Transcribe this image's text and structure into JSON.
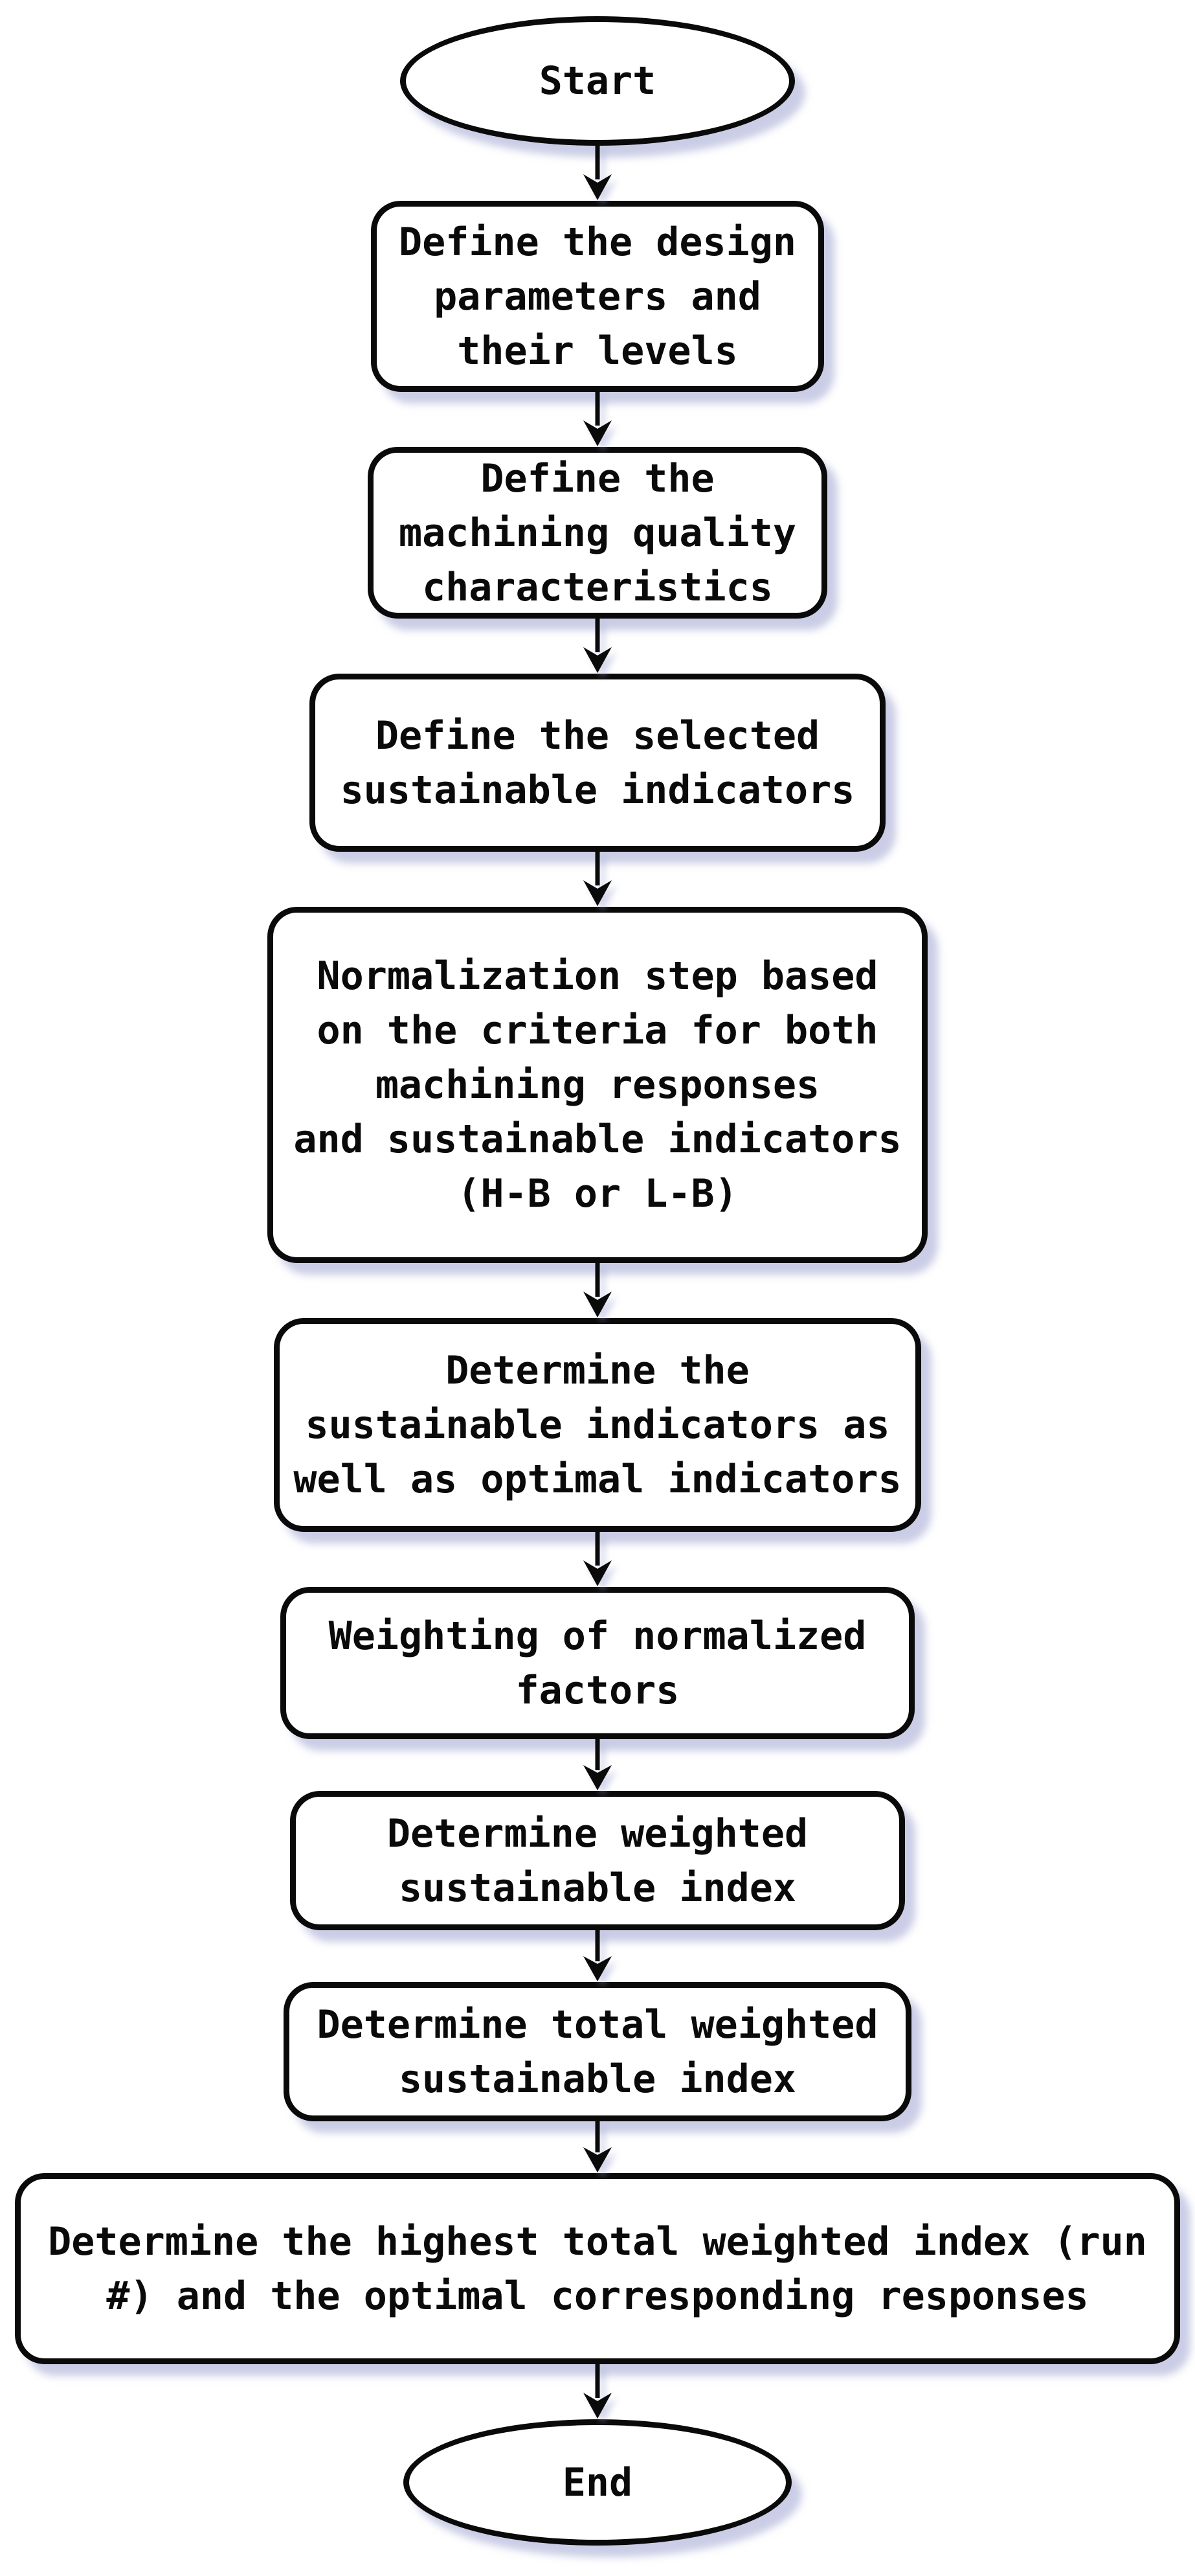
{
  "diagram": {
    "type": "flowchart",
    "direction": "top-down",
    "nodes": [
      {
        "id": "start",
        "type": "terminator",
        "label": "Start"
      },
      {
        "id": "step-1",
        "type": "process",
        "label": "Define the design\nparameters and\ntheir levels"
      },
      {
        "id": "step-2",
        "type": "process",
        "label": "Define the\nmachining quality\ncharacteristics"
      },
      {
        "id": "step-3",
        "type": "process",
        "label": "Define the selected\nsustainable indicators"
      },
      {
        "id": "step-4",
        "type": "process",
        "label": "Normalization step based\non the criteria for both\nmachining responses\nand sustainable indicators\n(H-B or L-B)"
      },
      {
        "id": "step-5",
        "type": "process",
        "label": "Determine the\nsustainable indicators as\nwell as optimal indicators"
      },
      {
        "id": "step-6",
        "type": "process",
        "label": "Weighting of normalized\nfactors"
      },
      {
        "id": "step-7",
        "type": "process",
        "label": "Determine weighted\nsustainable index"
      },
      {
        "id": "step-8",
        "type": "process",
        "label": "Determine total weighted\nsustainable index"
      },
      {
        "id": "step-9",
        "type": "process",
        "label": "Determine the highest total weighted index (run\n#) and the optimal corresponding responses"
      },
      {
        "id": "end",
        "type": "terminator",
        "label": "End"
      }
    ],
    "edges": [
      {
        "from": "start",
        "to": "step-1"
      },
      {
        "from": "step-1",
        "to": "step-2"
      },
      {
        "from": "step-2",
        "to": "step-3"
      },
      {
        "from": "step-3",
        "to": "step-4"
      },
      {
        "from": "step-4",
        "to": "step-5"
      },
      {
        "from": "step-5",
        "to": "step-6"
      },
      {
        "from": "step-6",
        "to": "step-7"
      },
      {
        "from": "step-7",
        "to": "step-8"
      },
      {
        "from": "step-8",
        "to": "step-9"
      },
      {
        "from": "step-9",
        "to": "end"
      }
    ],
    "colors": {
      "ink": "#0a0a0a",
      "node_fill": "#ffffff",
      "shadow": "#9ea4d0",
      "background": "#ffffff"
    }
  }
}
